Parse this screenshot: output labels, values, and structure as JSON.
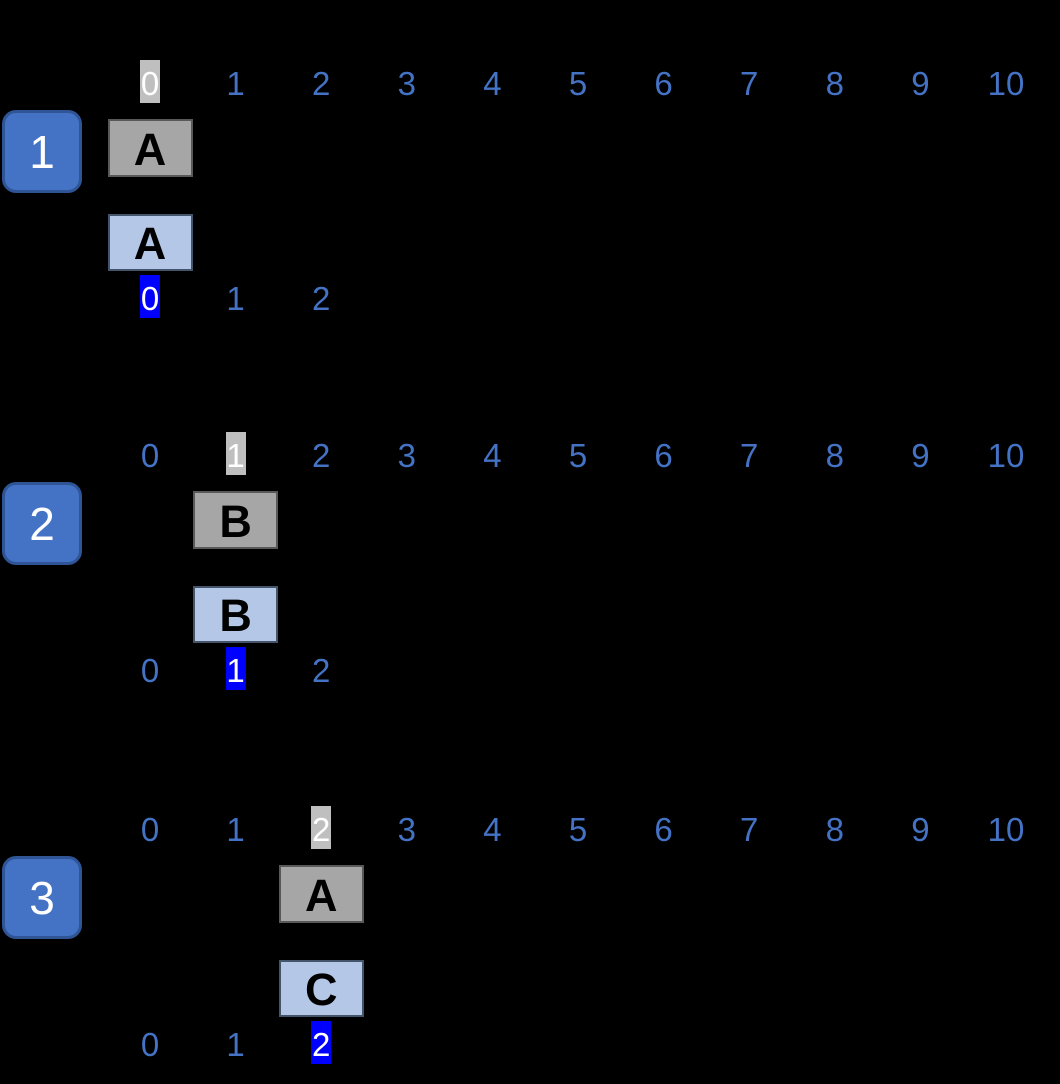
{
  "colors": {
    "background": "#000000",
    "number_blue": "#4472C4",
    "badge_fill": "#4472C4",
    "badge_border": "#2F5597",
    "badge_text": "#FFFFFF",
    "top_highlight_bg": "#BFBFBF",
    "top_highlight_text": "#FFFFFF",
    "bottom_highlight_bg": "#0000FF",
    "bottom_highlight_text": "#FFFFFF",
    "gray_box_fill": "#A6A6A6",
    "gray_box_border": "#595959",
    "blue_box_fill": "#B4C7E7",
    "blue_box_border": "#44546A",
    "letter_text": "#000000"
  },
  "panels": [
    {
      "badge": "1",
      "top_row": [
        "0",
        "1",
        "2",
        "3",
        "4",
        "5",
        "6",
        "7",
        "8",
        "9",
        "10"
      ],
      "top_highlight_index": 0,
      "gray_letter": "A",
      "blue_letter": "A",
      "bottom_row": [
        "0",
        "1",
        "2"
      ],
      "bottom_highlight_index": 0,
      "slot": 0
    },
    {
      "badge": "2",
      "top_row": [
        "0",
        "1",
        "2",
        "3",
        "4",
        "5",
        "6",
        "7",
        "8",
        "9",
        "10"
      ],
      "top_highlight_index": 1,
      "gray_letter": "B",
      "blue_letter": "B",
      "bottom_row": [
        "0",
        "1",
        "2"
      ],
      "bottom_highlight_index": 1,
      "slot": 1
    },
    {
      "badge": "3",
      "top_row": [
        "0",
        "1",
        "2",
        "3",
        "4",
        "5",
        "6",
        "7",
        "8",
        "9",
        "10"
      ],
      "top_highlight_index": 2,
      "gray_letter": "A",
      "blue_letter": "C",
      "bottom_row": [
        "0",
        "1",
        "2"
      ],
      "bottom_highlight_index": 2,
      "slot": 2
    }
  ]
}
